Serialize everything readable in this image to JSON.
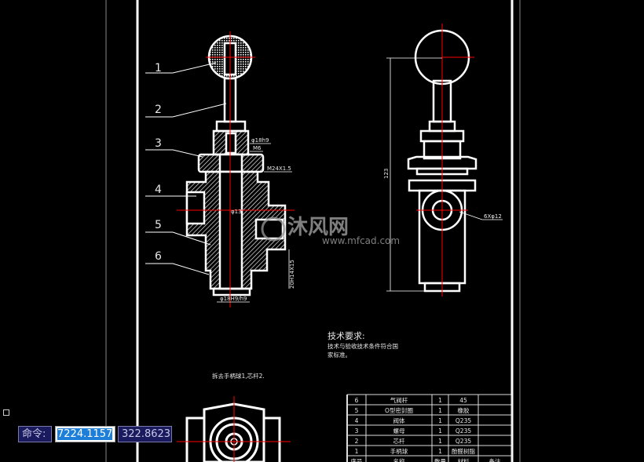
{
  "drawing": {
    "part_numbers": [
      "1",
      "2",
      "3",
      "4",
      "5",
      "6"
    ],
    "dimensions": {
      "d1": "φ18h9",
      "d2": "M6",
      "d3": "M24X1.5",
      "d4": "φ13",
      "d5": "20H14X15",
      "d6": "φ18H9/h9",
      "height": "123",
      "holes": "6Xφ12"
    },
    "tech_requirements": {
      "title": "技术要求:",
      "line1": "技术与验收技术条件符合国",
      "line2": "家标准。"
    },
    "note": "拆去手柄球1,芯杆2.",
    "watermark": {
      "name": "沐风网",
      "url": "www.mfcad.com"
    }
  },
  "bom": {
    "rows": [
      {
        "no": "6",
        "name": "气阀杆",
        "qty": "1",
        "material": "45",
        "remark": ""
      },
      {
        "no": "5",
        "name": "O型密封圈",
        "qty": "1",
        "material": "橡胶",
        "remark": ""
      },
      {
        "no": "4",
        "name": "阀体",
        "qty": "1",
        "material": "Q235",
        "remark": ""
      },
      {
        "no": "3",
        "name": "螺母",
        "qty": "1",
        "material": "Q235",
        "remark": ""
      },
      {
        "no": "2",
        "name": "芯杆",
        "qty": "1",
        "material": "Q235",
        "remark": ""
      },
      {
        "no": "1",
        "name": "手柄球",
        "qty": "1",
        "material": "酚醛树脂",
        "remark": ""
      }
    ],
    "header": {
      "no": "序号",
      "name": "名称",
      "qty": "数量",
      "material": "材料",
      "remark": "备注"
    }
  },
  "command_line": {
    "label": "命令:",
    "x_value": "7224.1157",
    "y_value": "322.8623"
  },
  "colors": {
    "background": "#000000",
    "lines": "#ffffff",
    "centerline": "#ff0000",
    "input_bg": "#1a1a5e",
    "selection": "#1e7fd8"
  }
}
